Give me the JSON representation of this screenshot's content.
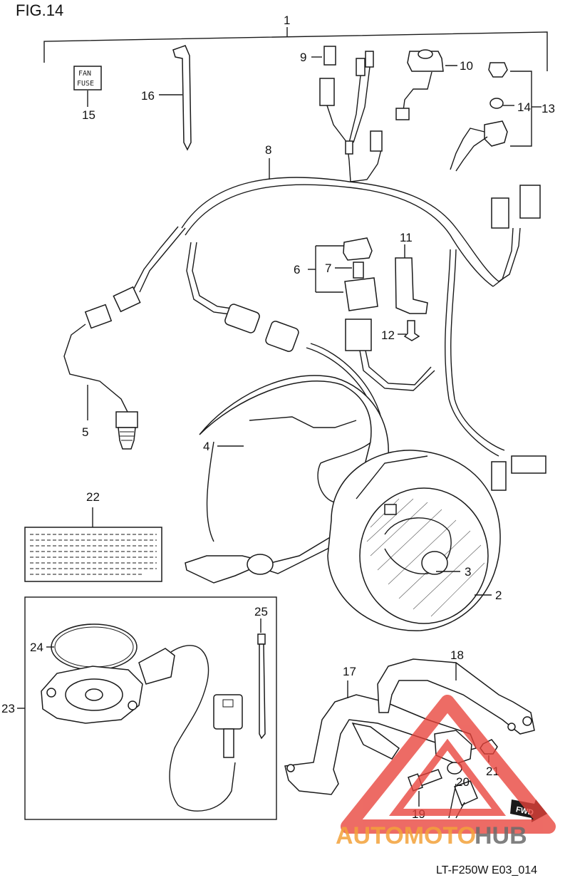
{
  "figure": {
    "title": "FIG.14",
    "code": "LT-F250W E03_014"
  },
  "fuse_label": {
    "line1": "FAN",
    "line2": "FUSE"
  },
  "fwd_label": "FWD",
  "watermark": {
    "brand_part1": "AUTOMOTO",
    "brand_part2": "HUB"
  },
  "callouts": {
    "c1": "1",
    "c2": "2",
    "c3": "3",
    "c4": "4",
    "c5": "5",
    "c6": "6",
    "c7": "7",
    "c8": "8",
    "c9": "9",
    "c10": "10",
    "c11": "11",
    "c12": "12",
    "c13": "13",
    "c14": "14",
    "c15": "15",
    "c16": "16",
    "c17": "17",
    "c18": "18",
    "c19": "19",
    "c20": "20",
    "c21": "21",
    "c22": "22",
    "c23": "23",
    "c24": "24",
    "c25": "25"
  },
  "colors": {
    "line": "#1a1a1a",
    "watermark_red": "#e8423a",
    "watermark_orange": "#f3a23a",
    "watermark_gray": "#6b6b6b"
  }
}
